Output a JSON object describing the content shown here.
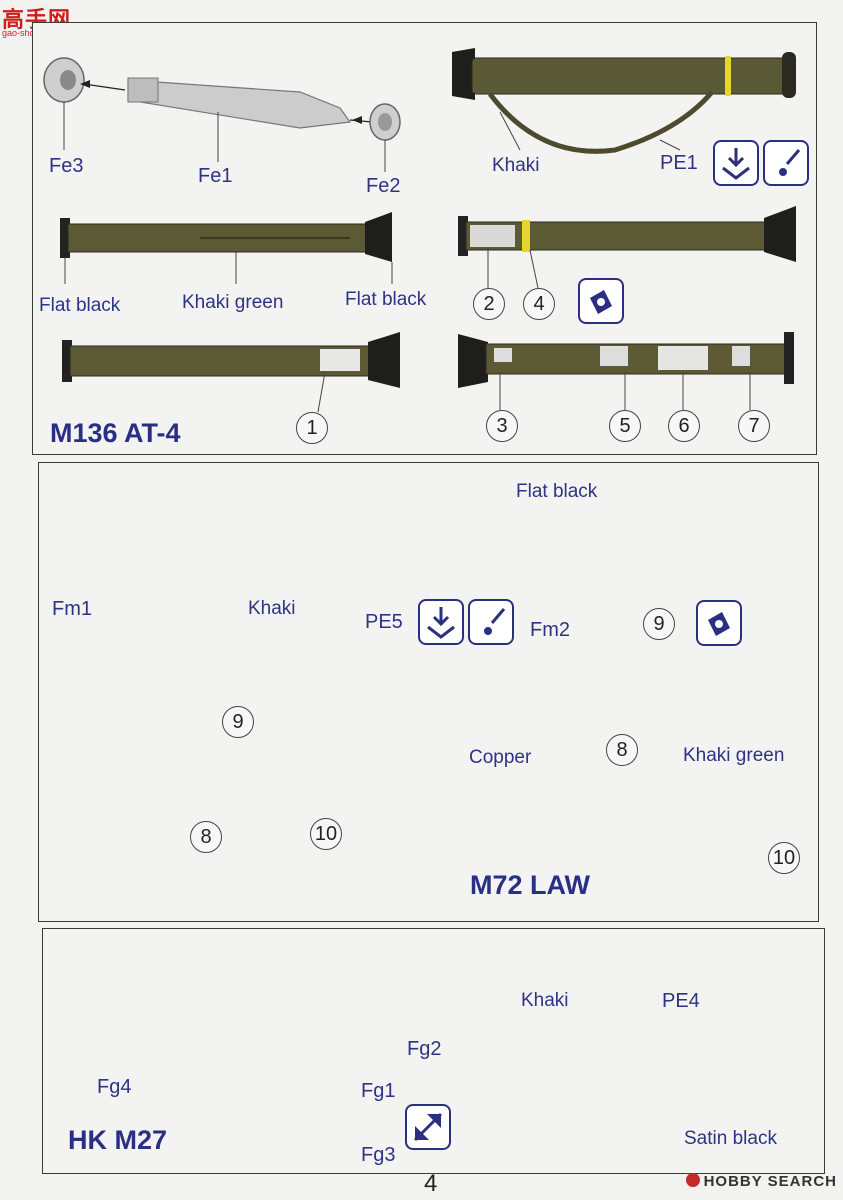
{
  "logo": {
    "main": "高手网",
    "sub": "gao-shou.com"
  },
  "watermark": "HOBBY SEARCH",
  "page_number": "4",
  "section1": {
    "title": "M136 AT-4",
    "labels": {
      "fe3": "Fe3",
      "fe1": "Fe1",
      "fe2": "Fe2",
      "khaki": "Khaki",
      "pe1": "PE1",
      "flat_black_left": "Flat black",
      "khaki_green": "Khaki green",
      "flat_black_right": "Flat black"
    },
    "decals": [
      "1",
      "2",
      "3",
      "4",
      "5",
      "6",
      "7"
    ]
  },
  "section2": {
    "title": "M72 LAW",
    "labels": {
      "fm1": "Fm1",
      "khaki": "Khaki",
      "pe5": "PE5",
      "flat_black": "Flat black",
      "fm2": "Fm2",
      "copper": "Copper",
      "khaki_green": "Khaki green"
    },
    "decals": {
      "n9a": "9",
      "n9b": "9",
      "n8a": "8",
      "n8b": "8",
      "n10a": "10",
      "n10b": "10"
    }
  },
  "section3": {
    "title": "HK M27",
    "labels": {
      "khaki": "Khaki",
      "pe4": "PE4",
      "fg2": "Fg2",
      "fg4": "Fg4",
      "fg1": "Fg1",
      "fg3": "Fg3",
      "satin_black": "Satin black"
    }
  },
  "colors": {
    "label_blue": "#2e3383",
    "olive": "#5b5a35",
    "tube_gray": "#c9c9c9",
    "copper_tan": "#c4c092",
    "strap_tan": "#cdb37a"
  },
  "icons": [
    "fold-down-icon",
    "paint-drop-icon",
    "decal-apply-icon",
    "cut-part-icon"
  ]
}
